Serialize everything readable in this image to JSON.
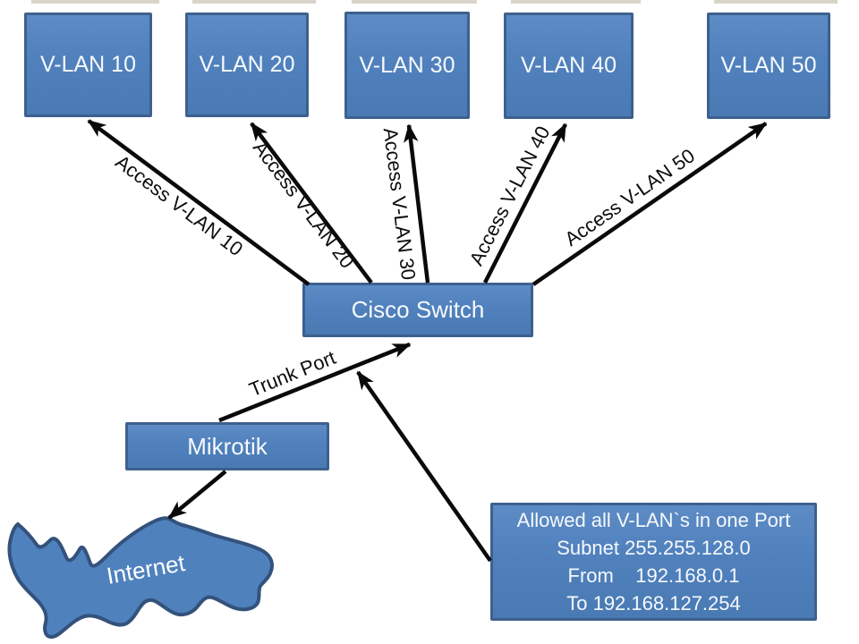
{
  "nodes": {
    "vlan10": {
      "label": "V-LAN 10"
    },
    "vlan20": {
      "label": "V-LAN 20"
    },
    "vlan30": {
      "label": "V-LAN 30"
    },
    "vlan40": {
      "label": "V-LAN 40"
    },
    "vlan50": {
      "label": "V-LAN 50"
    },
    "switch": {
      "label": "Cisco Switch"
    },
    "mikrotik": {
      "label": "Mikrotik"
    },
    "internet": {
      "label": "Internet"
    },
    "info": {
      "line1": "Allowed all V-LAN`s in one Port",
      "line2": "Subnet 255.255.128.0",
      "line3": "From    192.168.0.1",
      "line4": "To 192.168.127.254"
    }
  },
  "edges": {
    "access_vlan10": "Access V-LAN 10",
    "access_vlan20": "Access V-LAN 20",
    "access_vlan30": "Access V-LAN 30",
    "access_vlan40": "Access V-LAN 40",
    "access_vlan50": "Access V-LAN 50",
    "trunk": "Trunk Port"
  },
  "colors": {
    "node_fill": "#4f81bd",
    "node_border": "#3d608e",
    "cloud_border": "#33527b",
    "arrow": "#0a0a0a",
    "node_text": "#ffffff"
  }
}
